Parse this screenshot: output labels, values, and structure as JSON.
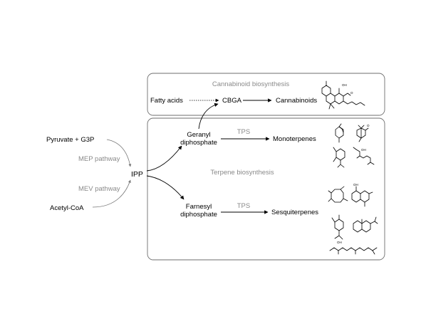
{
  "boxes": {
    "cannabinoid_title": "Cannabinoid biosynthesis",
    "terpene_title": "Terpene biosynthesis"
  },
  "inputs": {
    "pyruvate": "Pyruvate + G3P",
    "acetyl": "Acetyl-CoA"
  },
  "pathways": {
    "mep": "MEP pathway",
    "mev": "MEV pathway"
  },
  "center": {
    "ipp": "IPP"
  },
  "cannabinoid": {
    "fatty_acids": "Fatty acids",
    "cbga": "CBGA",
    "cannabinoids": "Cannabinoids"
  },
  "geranyl": {
    "line1": "Geranyl",
    "line2": "diphosphate",
    "enzyme": "TPS",
    "product": "Monoterpenes"
  },
  "farnesyl": {
    "line1": "Farnesyl",
    "line2": "diphosphate",
    "enzyme": "TPS",
    "product": "Sesquiterpenes"
  },
  "molecules": {
    "oh": "OH",
    "o": "O"
  },
  "colors": {
    "text": "#000000",
    "muted": "#8a8a8a",
    "box_border": "#6e6e6e"
  }
}
